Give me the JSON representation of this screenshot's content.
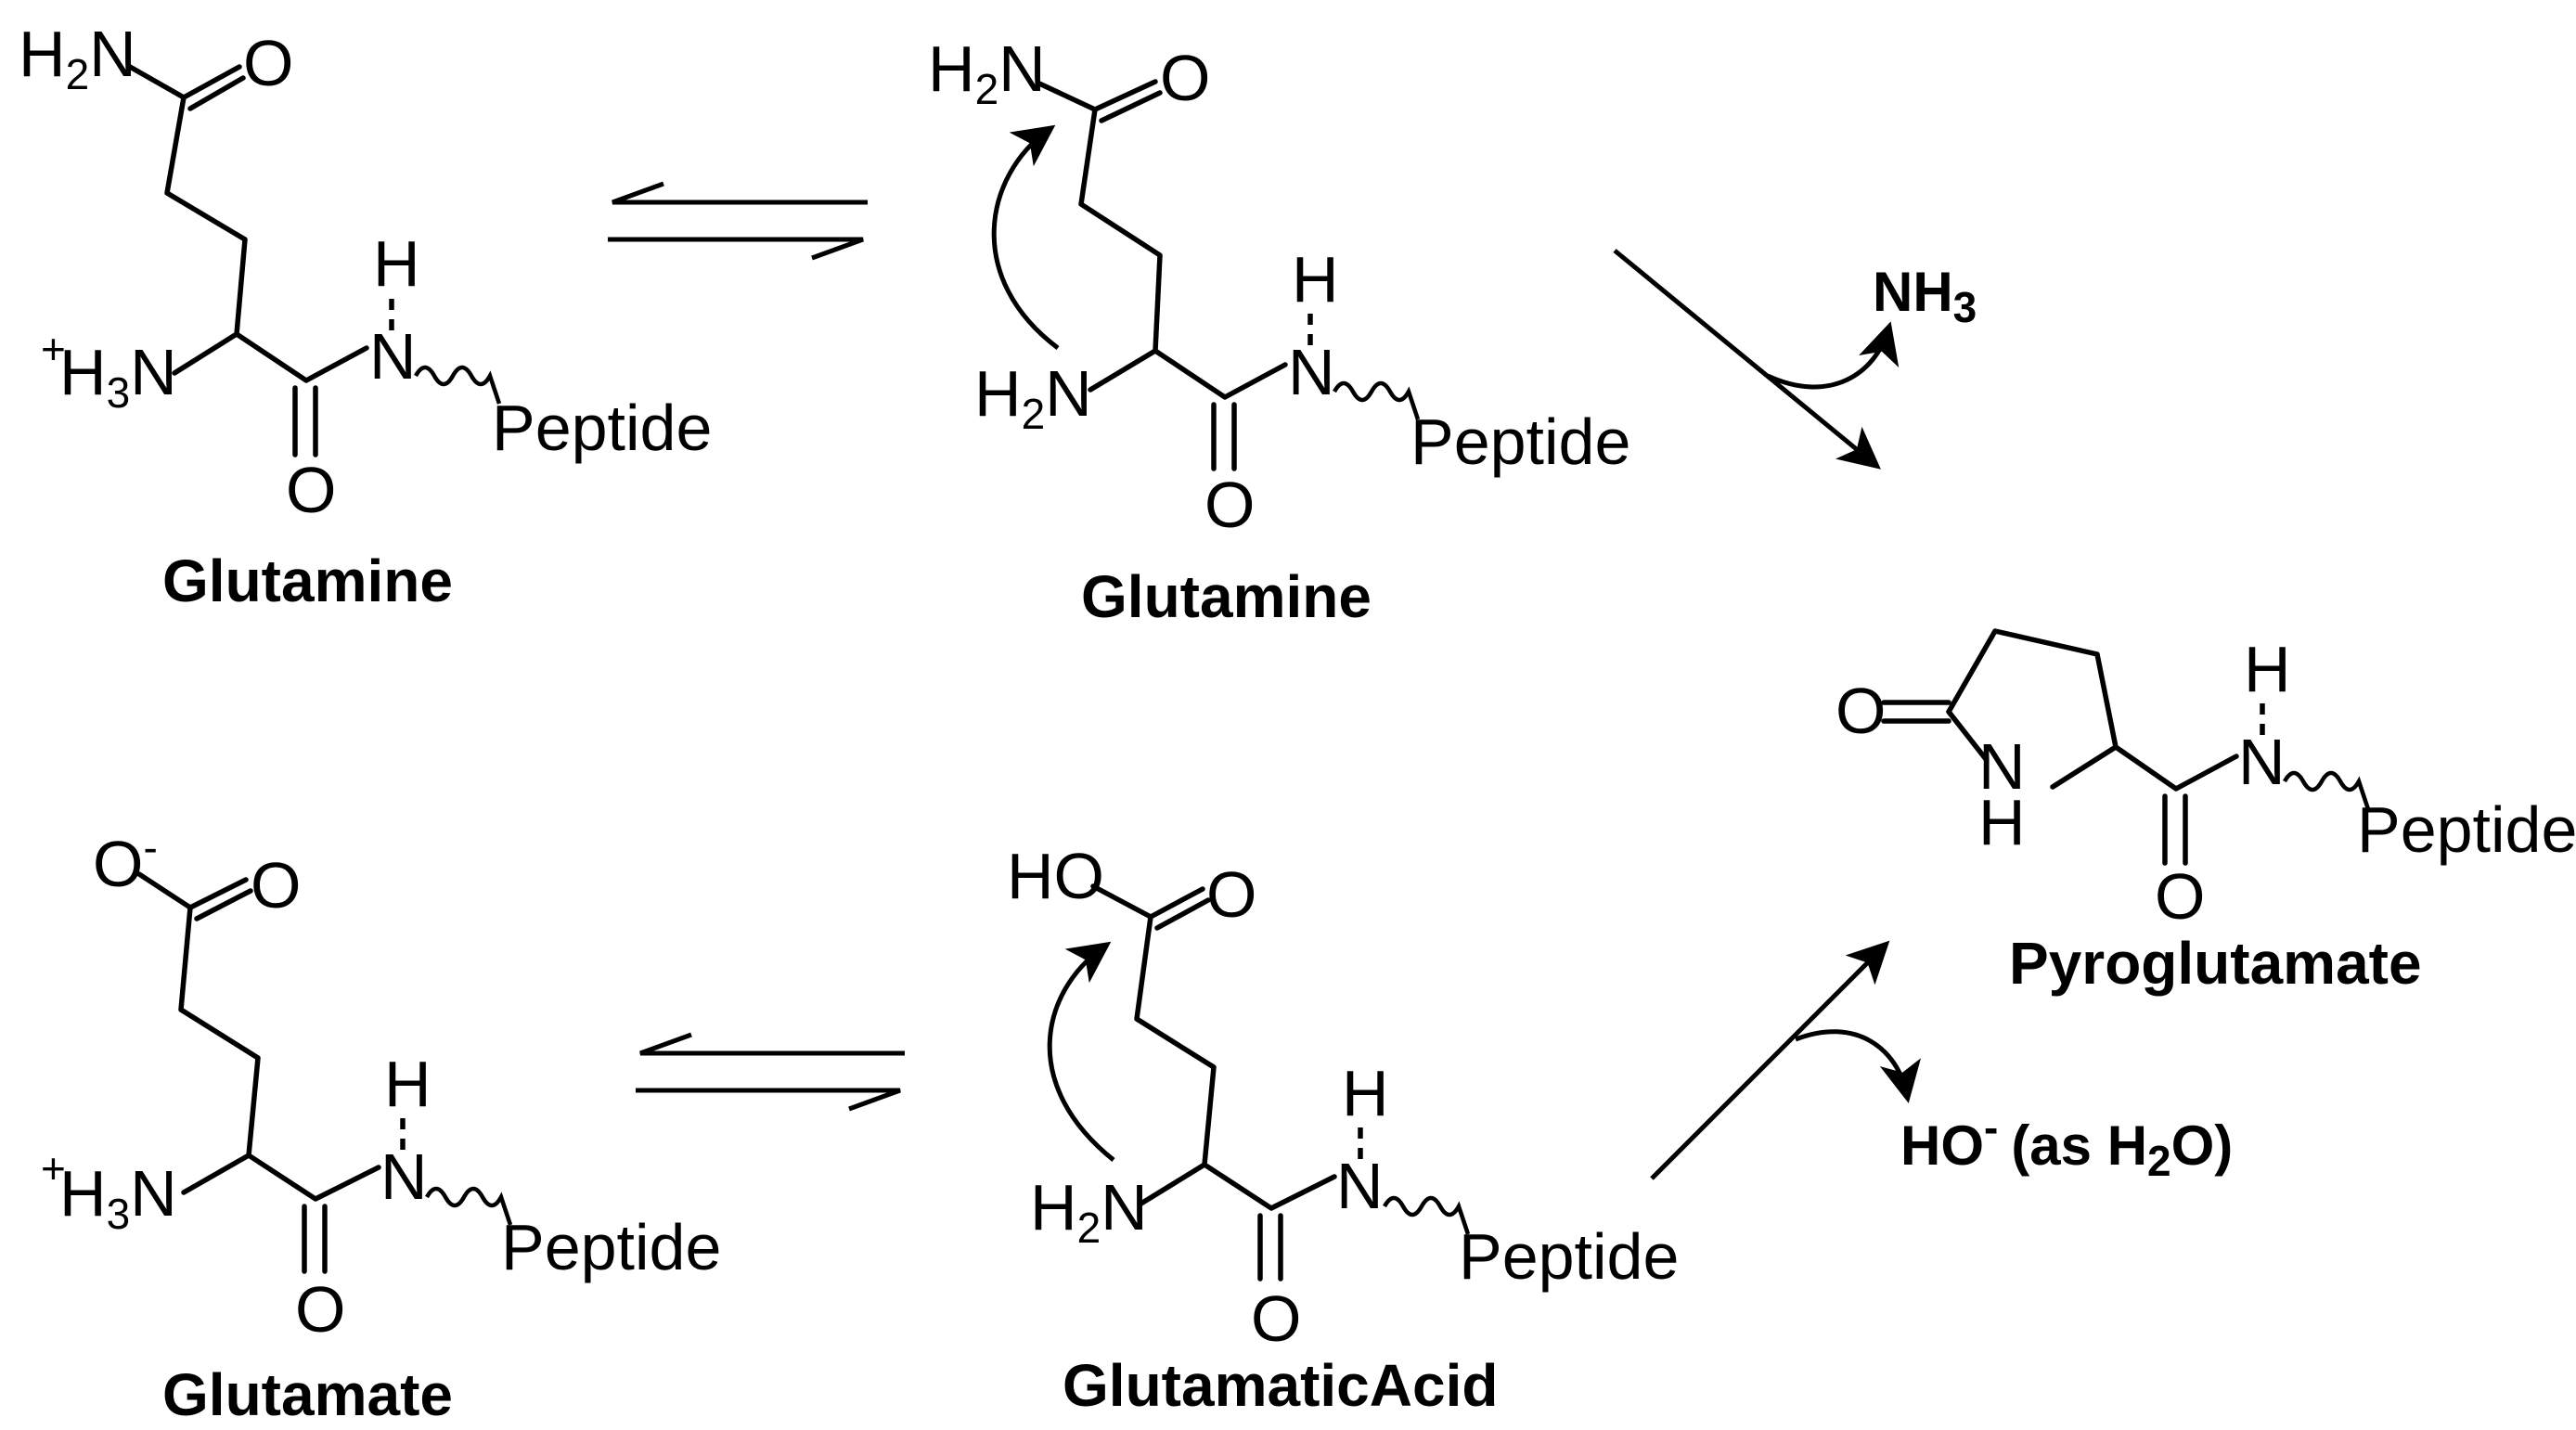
{
  "labels": {
    "glutamine_left": "Glutamine",
    "glutamine_right": "Glutamine",
    "glutamate_left": "Glutamate",
    "glutamatic_acid": "GlutamaticAcid",
    "pyroglutamate": "Pyroglutamate"
  },
  "atoms": {
    "h2n": "H",
    "h2n_sub": "2",
    "h2n_n": "N",
    "o": "O",
    "h": "H",
    "n": "N",
    "plus": "+",
    "h3n_h": "H",
    "h3n_sub": "3",
    "h3n_n": "N",
    "peptide": "Peptide",
    "o_minus": "-",
    "ho": "HO",
    "hn": "N",
    "hn_h": "H"
  },
  "byproducts": {
    "nh3_n": "NH",
    "nh3_sub": "3",
    "water_ho": "HO",
    "water_minus": "-",
    "water_as": "(as H",
    "water_sub": "2",
    "water_o": "O)"
  },
  "icons": {
    "equilibrium": "equilibrium-arrow-icon",
    "reaction": "reaction-arrow-icon",
    "curved": "curved-electron-arrow-icon"
  }
}
